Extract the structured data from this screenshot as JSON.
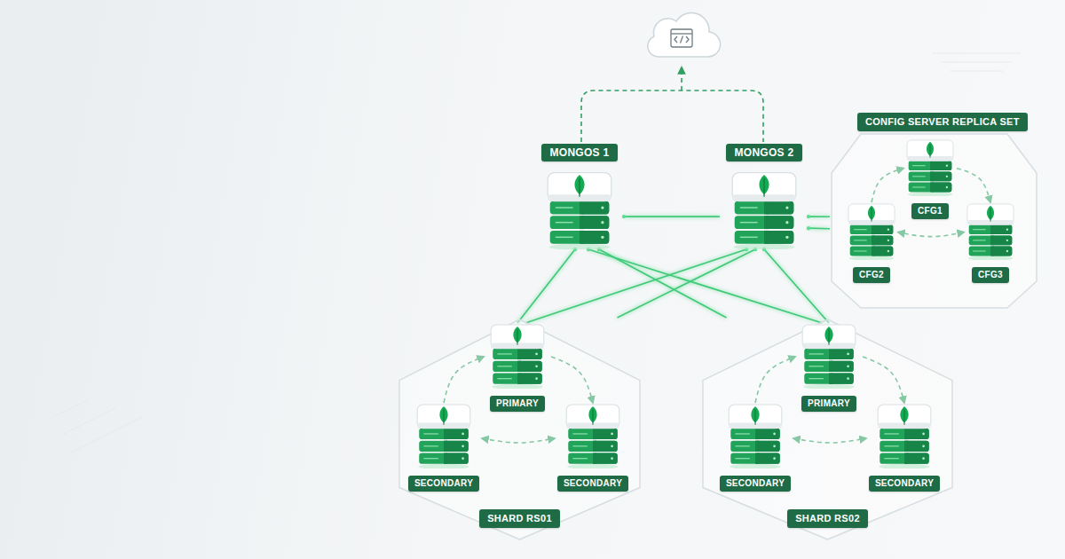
{
  "diagram": {
    "nodes": [
      {
        "text": [
          "MONGOS 1"
        ]
      },
      {
        "text": [
          "MONGOS 2"
        ]
      },
      {
        "text": [
          "CONFIG SERVER REPLICA SET"
        ]
      },
      {
        "text": [
          "CFG1"
        ],
        "in": 2
      },
      {
        "text": [
          "CFG2"
        ],
        "in": 2
      },
      {
        "text": [
          "CFG3"
        ],
        "in": 2
      },
      {
        "text": [
          "SHARD RS01"
        ]
      },
      {
        "text": [
          "PRIMARY"
        ],
        "in": 6
      },
      {
        "text": [
          "SECONDARY"
        ],
        "in": 6
      },
      {
        "text": [
          "SECONDARY"
        ],
        "in": 6
      },
      {
        "text": [
          "SHARD RS02"
        ]
      },
      {
        "text": [
          "PRIMARY"
        ],
        "in": 10
      },
      {
        "text": [
          "SECONDARY"
        ],
        "in": 10
      },
      {
        "text": [
          "SECONDARY"
        ],
        "in": 10
      }
    ],
    "edges": [
      {
        "from": 0,
        "to": 1,
        "arrow": "none"
      },
      {
        "from": 1,
        "to": 2,
        "arrow": "none"
      },
      {
        "from": 1,
        "to": 2,
        "arrow": "none"
      },
      {
        "from": 0,
        "to": 7,
        "arrow": "none"
      },
      {
        "from": 0,
        "to": 11,
        "arrow": "none"
      },
      {
        "from": 0,
        "to": 10,
        "arrow": "none"
      },
      {
        "from": 1,
        "to": 7,
        "arrow": "none"
      },
      {
        "from": 1,
        "to": 11,
        "arrow": "none"
      },
      {
        "from": 1,
        "to": 6,
        "arrow": "none"
      },
      {
        "from": 4,
        "to": 3,
        "arrow": "to"
      },
      {
        "from": 3,
        "to": 5,
        "arrow": "to"
      },
      {
        "from": 5,
        "to": 4,
        "arrow": "both"
      },
      {
        "from": 8,
        "to": 7,
        "arrow": "to"
      },
      {
        "from": 7,
        "to": 9,
        "arrow": "to"
      },
      {
        "from": 8,
        "to": 9,
        "arrow": "both"
      },
      {
        "from": 12,
        "to": 11,
        "arrow": "to"
      },
      {
        "from": 11,
        "to": 13,
        "arrow": "to"
      },
      {
        "from": 12,
        "to": 13,
        "arrow": "both"
      }
    ]
  }
}
